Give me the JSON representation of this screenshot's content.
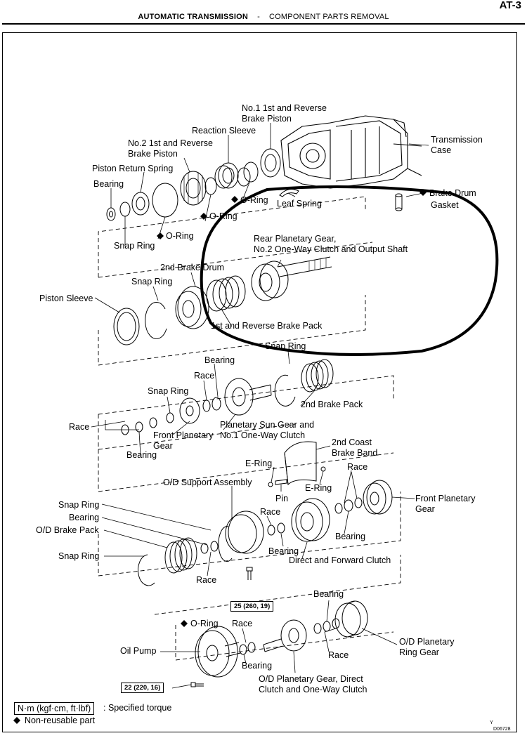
{
  "header": {
    "page_id": "AT-3",
    "section": "AUTOMATIC TRANSMISSION",
    "separator": "-",
    "subsection": "COMPONENT PARTS REMOVAL"
  },
  "parts": {
    "no1_piston_1": "No.1 1st and Reverse",
    "no1_piston_2": "Brake Piston",
    "reaction_sleeve": "Reaction Sleeve",
    "no2_piston_1": "No.2 1st and Reverse",
    "no2_piston_2": "Brake Piston",
    "transmission_case_1": "Transmission",
    "transmission_case_2": "Case",
    "piston_return_spring": "Piston Return Spring",
    "bearing_top": "Bearing",
    "o_ring_right": "O-Ring",
    "leaf_spring": "Leaf Spring",
    "brake_drum_gasket_1": "Brake Drum",
    "brake_drum_gasket_2": "Gasket",
    "o_ring_mid": "O-Ring",
    "o_ring_left": "O-Ring",
    "snap_ring_1": "Snap Ring",
    "rear_planetary_1": "Rear Planetary Gear,",
    "rear_planetary_2": "No.2 One-Way Clutch and Output Shaft",
    "second_brake_drum": "2nd Brake Drum",
    "snap_ring_2": "Snap Ring",
    "piston_sleeve": "Piston Sleeve",
    "first_reverse_brake_pack": "1st and Reverse Brake Pack",
    "snap_ring_3": "Snap Ring",
    "bearing_2": "Bearing",
    "race_1": "Race",
    "snap_ring_4": "Snap Ring",
    "second_brake_pack": "2nd Brake Pack",
    "race_2": "Race",
    "planetary_sun_gear_1": "Planetary Sun Gear and",
    "planetary_sun_gear_2": "No.1 One-Way Clutch",
    "front_planetary_gear_a_1": "Front Planetary",
    "front_planetary_gear_a_2": "Gear",
    "bearing_3": "Bearing",
    "second_coast_band_1": "2nd Coast",
    "second_coast_band_2": "Brake Band",
    "e_ring_1": "E-Ring",
    "race_3": "Race",
    "od_support_assembly": "O/D Support Assembly",
    "e_ring_2": "E-Ring",
    "front_planetary_gear_b_1": "Front Planetary",
    "front_planetary_gear_b_2": "Gear",
    "pin": "Pin",
    "snap_ring_5": "Snap Ring",
    "bearing_4": "Bearing",
    "race_4": "Race",
    "od_brake_pack": "O/D Brake Pack",
    "bearing_5": "Bearing",
    "bearing_6": "Bearing",
    "direct_forward_clutch": "Direct and Forward Clutch",
    "snap_ring_6": "Snap Ring",
    "race_5": "Race",
    "bearing_7": "Bearing",
    "o_ring_pump": "O-Ring",
    "race_6": "Race",
    "od_planetary_ring_gear_1": "O/D Planetary",
    "od_planetary_ring_gear_2": "Ring Gear",
    "oil_pump": "Oil Pump",
    "bearing_8": "Bearing",
    "race_7": "Race",
    "od_planetary_gear_1": "O/D Planetary Gear, Direct",
    "od_planetary_gear_2": "Clutch and One-Way Clutch"
  },
  "torques": {
    "bolt_upper": "25 (260, 19)",
    "bolt_lower": "22 (220, 16)"
  },
  "legend": {
    "torque_units": "N·m (kgf·cm, ft·lbf)",
    "torque_desc": ": Specified torque",
    "nonreusable": "Non-reusable part"
  },
  "figure_code": "D06728",
  "figure_mark": "Y",
  "icons": [
    "diamond-icon"
  ]
}
